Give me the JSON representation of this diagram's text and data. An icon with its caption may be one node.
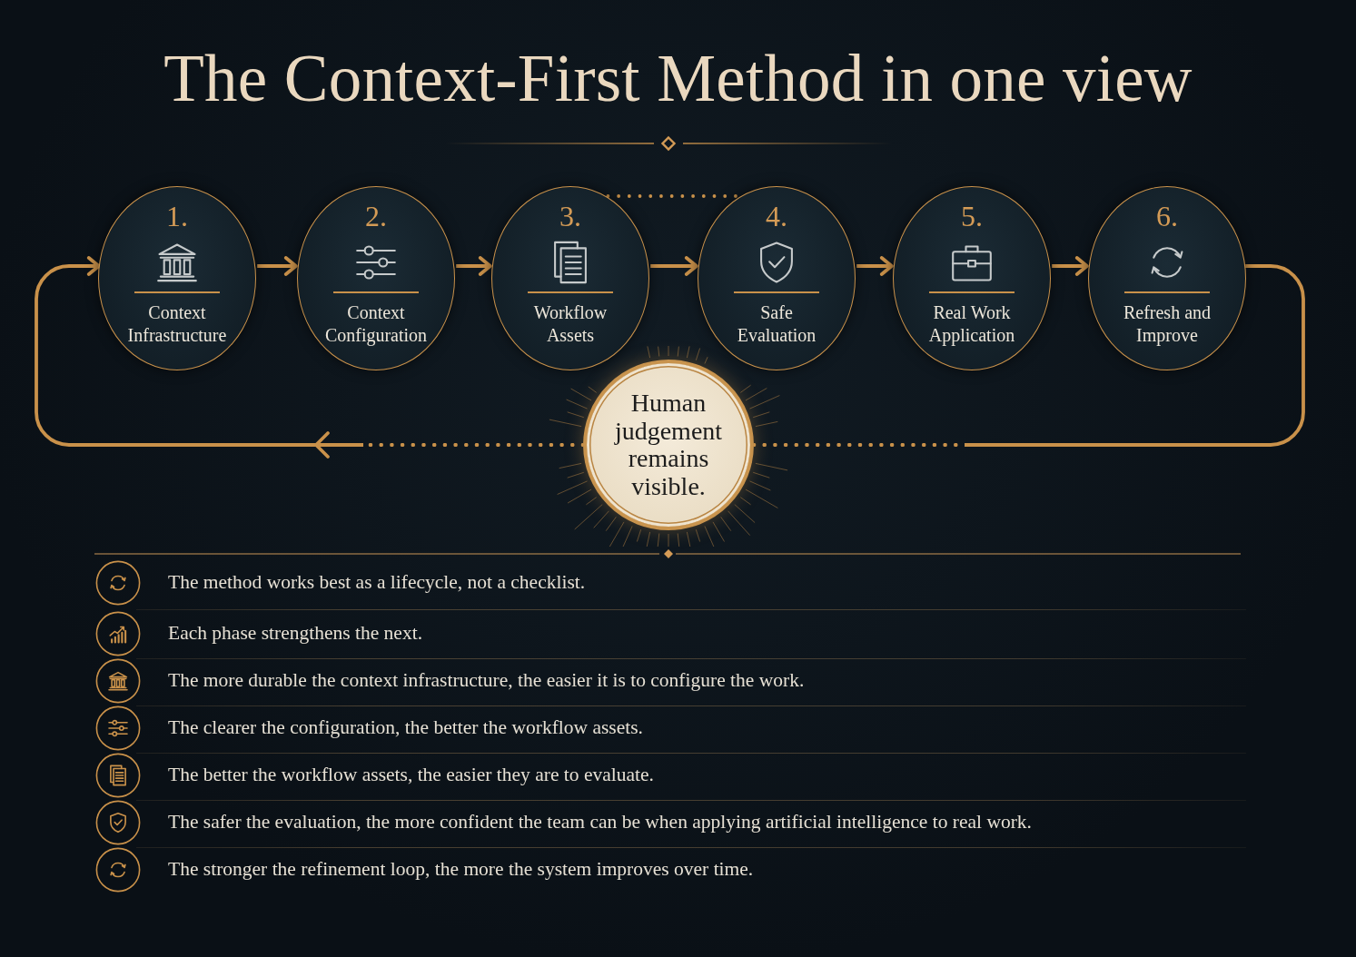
{
  "diagram": {
    "title": "The Context-First Method in one view",
    "nodes": [
      {
        "text": [
          "1.",
          "Context Infrastructure"
        ]
      },
      {
        "text": [
          "2.",
          "Context Configuration"
        ]
      },
      {
        "text": [
          "3.",
          "Workflow Assets"
        ]
      },
      {
        "text": [
          "4.",
          "Safe Evaluation"
        ]
      },
      {
        "text": [
          "5.",
          "Real Work Application"
        ]
      },
      {
        "text": [
          "6.",
          "Refresh and Improve"
        ]
      },
      {
        "text": [
          "Human judgement remains visible."
        ]
      }
    ],
    "edges": [
      {
        "from": 0,
        "to": 1,
        "arrow": "to"
      },
      {
        "from": 1,
        "to": 2,
        "arrow": "to"
      },
      {
        "from": 2,
        "to": 3,
        "arrow": "to"
      },
      {
        "from": 3,
        "to": 4,
        "arrow": "to"
      },
      {
        "from": 4,
        "to": 5,
        "arrow": "to"
      },
      {
        "from": 2,
        "to": 3,
        "arrow": "none",
        "style": "dashed"
      },
      {
        "from": 5,
        "to": 6,
        "arrow": "none"
      },
      {
        "from": 6,
        "to": 0,
        "arrow": "to"
      }
    ],
    "labels": [
      "The method works best as a lifecycle, not a checklist.",
      "Each phase strengthens the next.",
      "The more durable the context infrastructure, the easier it is to configure the work.",
      "The clearer the configuration, the better the workflow assets.",
      "The better the workflow assets, the easier they are to evaluate.",
      "The safer the evaluation, the more confident the team can be when applying artificial intelligence to real work.",
      "The stronger the refinement loop, the more the system improves over time."
    ]
  }
}
